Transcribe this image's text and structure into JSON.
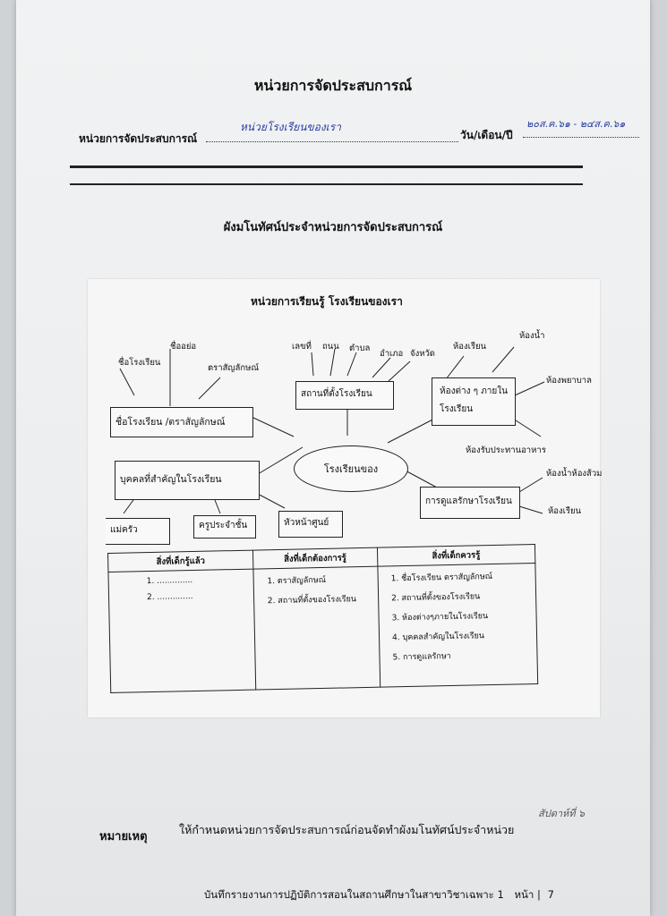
{
  "header": {
    "title": "หน่วยการจัดประสบการณ์",
    "unit_label": "หน่วยการจัดประสบการณ์",
    "unit_value": "หน่วยโรงเรียนของเรา",
    "date_label": "วัน/เดือน/ปี",
    "date_value": "๒๐ส.ค.๖๑ - ๒๔ส.ค.๖๑"
  },
  "mind_map_title": "ผังมโนทัศน์ประจำหน่วยการจัดประสบการณ์",
  "diagram": {
    "title": "หน่วยการเรียนรู้  โรงเรียนของเรา",
    "center": "โรงเรียนของ",
    "name_box": "ชื่อโรงเรียน /ตราสัญลักษณ์",
    "name_leaves": [
      "ชื่อโรงเรียน",
      "ชื่ออย่อ",
      "ตราสัญลักษณ์"
    ],
    "location_box": "สถานที่ตั้งโรงเรียน",
    "location_leaves": [
      "เลขที่",
      "ถนน",
      "ตำบล",
      "อำเภอ",
      "จังหวัด"
    ],
    "rooms_box_line1": "ห้องต่าง ๆ ภายใน",
    "rooms_box_line2": "โรงเรียน",
    "rooms_leaves": [
      "ห้องเรียน",
      "ห้องน้ำ",
      "ห้องพยาบาล",
      "ห้องรับประทานอาหาร"
    ],
    "people_box": "บุคคลที่สำคัญในโรงเรียน",
    "people_leaves": [
      "แม่ครัว",
      "ครูประจำชั้น",
      "หัวหน้าศูนย์"
    ],
    "care_box": "การดูแลรักษาโรงเรียน",
    "care_leaves": [
      "ห้องน้ำห้องส้วม",
      "ห้องเรียน"
    ]
  },
  "kwl": {
    "headers": [
      "สิ่งที่เด็กรู้แล้ว",
      "สิ่งที่เด็กต้องการรู้",
      "สิ่งที่เด็กควรรู้"
    ],
    "known": [
      "1.  ..............",
      "2.  .............."
    ],
    "want": [
      "ตราสัญลักษณ์",
      "สถานที่ตั้งของโรงเรียน"
    ],
    "should": [
      "ชื่อโรงเรียน ตราสัญลักษณ์",
      "สถานที่ตั้งของโรงเรียน",
      "ห้องต่างๆภายในโรงเรียน",
      "บุคคลสำคัญในโรงเรียน",
      "การดูแลรักษา"
    ]
  },
  "note": {
    "label": "หมายเหตุ",
    "text": "ให้กำหนดหน่วยการจัดประสบการณ์ก่อนจัดทำผังมโนทัศน์ประจำหน่วย",
    "handwritten": "สัปดาห์ที่ ๖"
  },
  "footer": {
    "text": "บันทึกรายงานการปฏิบัติการสอนในสถานศึกษาในสาขาวิชาเฉพาะ 1",
    "page_label": "หน้า |",
    "page_number": "7"
  },
  "colors": {
    "paper": "#eceef0",
    "ink": "#111111",
    "pen": "#2b3fa0",
    "background": "#cfd3d6"
  }
}
